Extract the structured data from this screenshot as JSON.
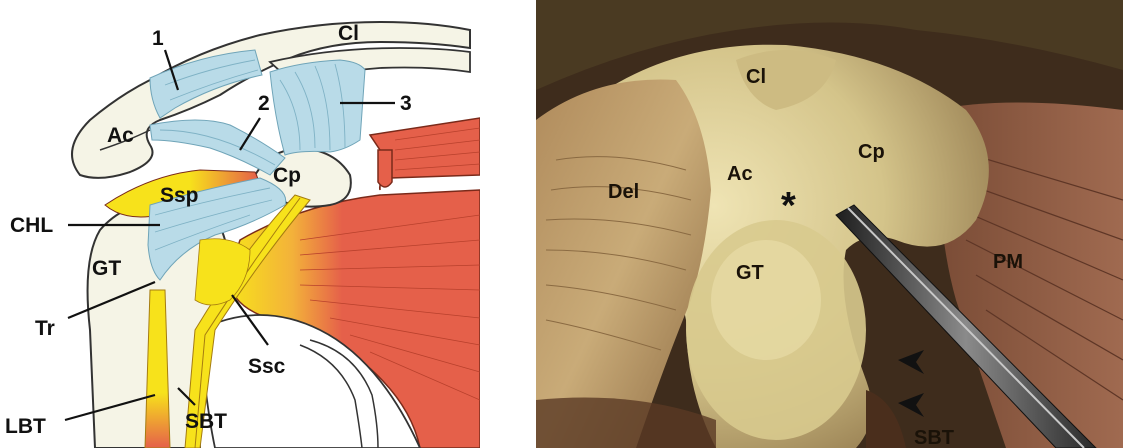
{
  "illustration": {
    "labels": {
      "n1": "1",
      "n2": "2",
      "n3": "3",
      "cl": "Cl",
      "ac": "Ac",
      "cp": "Cp",
      "ssp": "Ssp",
      "chl": "CHL",
      "gt": "GT",
      "tr": "Tr",
      "ssc": "Ssc",
      "lbt": "LBT",
      "sbt": "SBT"
    },
    "colors": {
      "bone": "#f5f4e6",
      "ligament": "#b9dbe8",
      "muscle": "#e5604a",
      "tendon": "#f7e21b"
    }
  },
  "photo": {
    "labels": {
      "cl": "Cl",
      "ac": "Ac",
      "cp": "Cp",
      "del": "Del",
      "gt": "GT",
      "pm": "PM",
      "sbt": "SBT",
      "asterisk": "*"
    },
    "arrowheads": 2,
    "colors": {
      "tissue_light": "#e0d59f",
      "tissue_dark": "#5a3a24",
      "muscle": "#8a5540",
      "instrument": "#2d2d2d"
    }
  }
}
